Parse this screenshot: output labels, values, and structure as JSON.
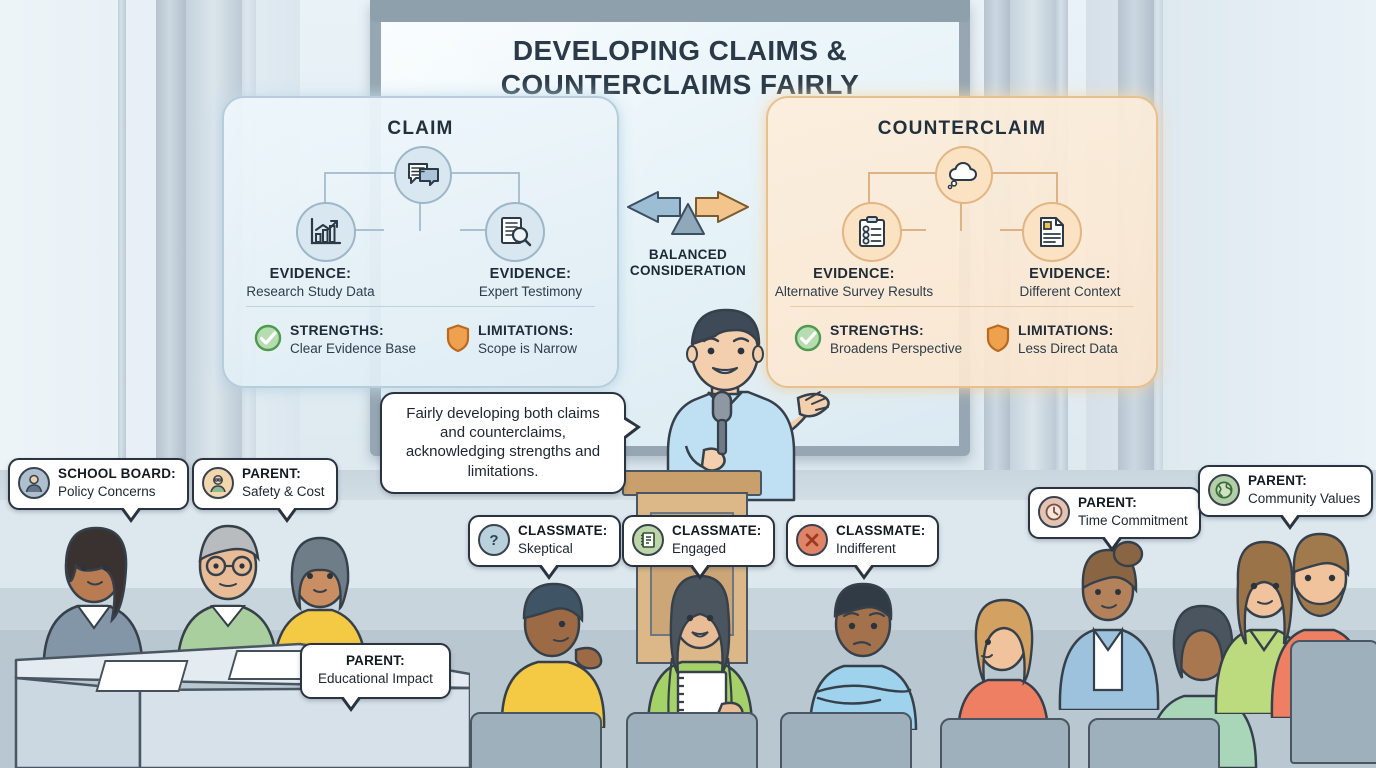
{
  "slide": {
    "title_line1": "DEVELOPING CLAIMS &",
    "title_line2": "COUNTERCLAIMS FAIRLY"
  },
  "claim_panel": {
    "title": "CLAIM",
    "center_icon": "speech-bubbles-icon",
    "evidence_left": {
      "icon": "bar-chart-growth-icon",
      "head": "EVIDENCE:",
      "sub": "Research Study Data"
    },
    "evidence_right": {
      "icon": "document-magnifier-icon",
      "head": "EVIDENCE:",
      "sub": "Expert Testimony"
    },
    "strengths": {
      "icon": "check-circle-icon",
      "head": "STRENGTHS:",
      "sub": "Clear Evidence Base",
      "color": "#5fa95f"
    },
    "limitations": {
      "icon": "shield-icon",
      "head": "LIMITATIONS:",
      "sub": "Scope is Narrow",
      "color": "#e8963f"
    }
  },
  "counterclaim_panel": {
    "title": "COUNTERCLAIM",
    "center_icon": "thought-cloud-icon",
    "evidence_left": {
      "icon": "clipboard-checklist-icon",
      "head": "EVIDENCE:",
      "sub": "Alternative Survey Results"
    },
    "evidence_right": {
      "icon": "document-page-icon",
      "head": "EVIDENCE:",
      "sub": "Different Context"
    },
    "strengths": {
      "icon": "check-circle-icon",
      "head": "STRENGTHS:",
      "sub": "Broadens Perspective",
      "color": "#5fa95f"
    },
    "limitations": {
      "icon": "shield-icon",
      "head": "LIMITATIONS:",
      "sub": "Less Direct Data",
      "color": "#e8963f"
    }
  },
  "balance": {
    "icon": "double-arrow-scale-icon",
    "line1": "BALANCED",
    "line2": "CONSIDERATION",
    "left_arrow_color": "#8fb3cc",
    "right_arrow_color": "#f2c389"
  },
  "speaker_bubble": {
    "text": "Fairly developing both claims and counterclaims, acknowledging strengths and limitations."
  },
  "callouts": [
    {
      "id": "school-board-policy",
      "icon": "person-avatar-icon",
      "icon_bg": "#aebfd0",
      "head": "SCHOOL BOARD:",
      "sub": "Policy Concerns"
    },
    {
      "id": "parent-safety-cost",
      "icon": "person-glasses-icon",
      "icon_bg": "#f2d6ae",
      "head": "PARENT:",
      "sub": "Safety & Cost"
    },
    {
      "id": "classmate-skeptical",
      "icon": "question-mark-icon",
      "icon_bg": "#b9d1dc",
      "head": "CLASSMATE:",
      "sub": "Skeptical"
    },
    {
      "id": "classmate-engaged",
      "icon": "notebook-icon",
      "icon_bg": "#bdd6a8",
      "head": "CLASSMATE:",
      "sub": "Engaged"
    },
    {
      "id": "classmate-indifferent",
      "icon": "x-cross-icon",
      "icon_bg": "#e08468",
      "head": "CLASSMATE:",
      "sub": "Indifferent"
    },
    {
      "id": "parent-time-commitment",
      "icon": "clock-icon",
      "icon_bg": "#e2c3b4",
      "head": "PARENT:",
      "sub": "Time Commitment"
    },
    {
      "id": "parent-community-values",
      "icon": "globe-icon",
      "icon_bg": "#b2cfa8",
      "head": "PARENT:",
      "sub": "Community Values"
    },
    {
      "id": "parent-educational-impact",
      "icon": "none",
      "icon_bg": "",
      "head": "PARENT:",
      "sub": "Educational Impact"
    }
  ]
}
